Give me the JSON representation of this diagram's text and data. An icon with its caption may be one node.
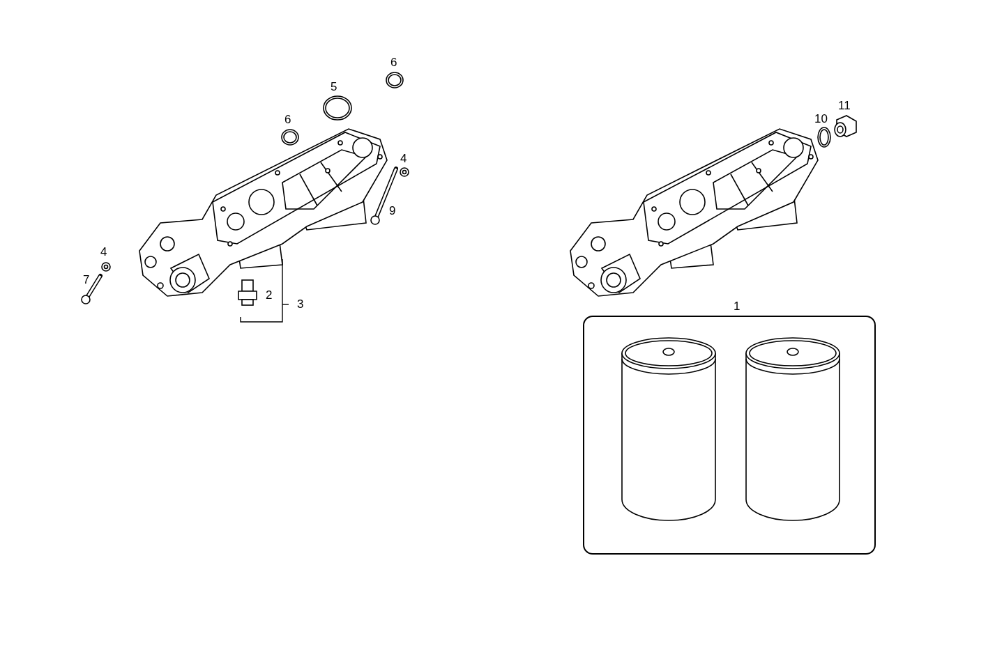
{
  "diagram": {
    "nodes": [
      {
        "text": [
          "1"
        ]
      }
    ],
    "labels": [
      "6",
      "5",
      "6",
      "11",
      "10",
      "4",
      "9",
      "4",
      "7",
      "2",
      "3"
    ]
  }
}
